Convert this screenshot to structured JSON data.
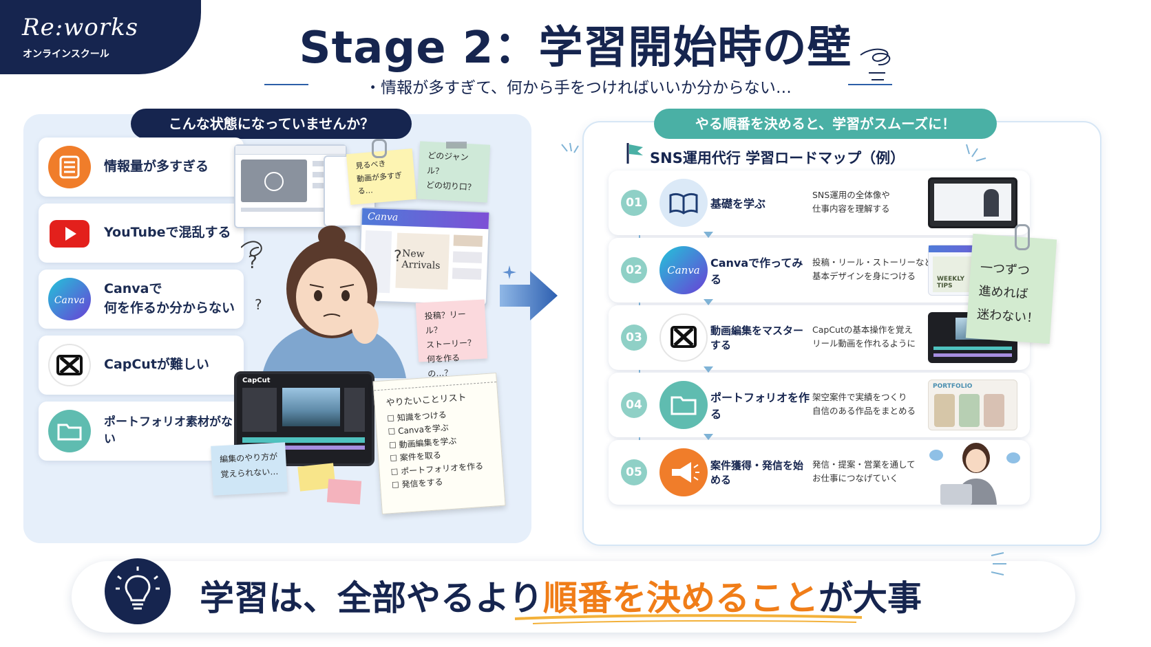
{
  "logo": {
    "name": "Re:works",
    "sub": "オンラインスクール"
  },
  "title": "Stage 2：学習開始時の壁",
  "subtitle": "・情報が多すぎて、何から手をつければいいか分からない…",
  "left": {
    "heading": "こんな状態になっていませんか？",
    "problems": [
      {
        "label": "情報量が多すぎる",
        "icon": "document-stack-icon",
        "color": "#f07d2a"
      },
      {
        "label": "YouTubeで混乱する",
        "icon": "youtube-icon",
        "color": "#e3201c"
      },
      {
        "label": "Canvaで\n何を作るか分からない",
        "icon": "canva-icon",
        "color": "#1fa8c9"
      },
      {
        "label": "CapCutが難しい",
        "icon": "capcut-icon",
        "color": "#111111"
      },
      {
        "label": "ポートフォリオ素材がない",
        "icon": "folder-icon",
        "color": "#5fbcb0"
      }
    ],
    "notes": {
      "n1": "見るべき\n動画が多すぎる…",
      "n2": "どのジャンル？\nどの切り口？",
      "n3": "投稿？リール？\nストーリー？\n何を作るの…？",
      "n4": "編集のやり方が\n覚えられない…"
    },
    "canva_window": {
      "brand": "Canva",
      "headline1": "New",
      "headline2": "Arrivals"
    },
    "capcut_window": {
      "brand": "CapCut"
    },
    "todo": {
      "title": "やりたいことリスト",
      "items": [
        "知識をつける",
        "Canvaを学ぶ",
        "動画編集を学ぶ",
        "案件を取る",
        "ポートフォリオを作る",
        "発信をする"
      ]
    }
  },
  "right": {
    "heading": "やる順番を決めると、学習がスムーズに！",
    "roadmap_title": "SNS運用代行 学習ロードマップ（例）",
    "steps": [
      {
        "num": "01",
        "title": "基礎を学ぶ",
        "desc": "SNS運用の全体像や\n仕事内容を理解する",
        "icon": "book-icon"
      },
      {
        "num": "02",
        "title": "Canvaで作ってみる",
        "desc": "投稿・リール・ストーリーなど\n基本デザインを身につける",
        "icon": "canva-icon",
        "thumb_text": "WEEKLY\nTIPS"
      },
      {
        "num": "03",
        "title": "動画編集をマスターする",
        "desc": "CapCutの基本操作を覚え\nリール動画を作れるように",
        "icon": "capcut-icon"
      },
      {
        "num": "04",
        "title": "ポートフォリオを作る",
        "desc": "架空案件で実績をつくり\n自信のある作品をまとめる",
        "icon": "folder-icon",
        "thumb_text": "PORTFOLIO"
      },
      {
        "num": "05",
        "title": "案件獲得・発信を始める",
        "desc": "発信・提案・営業を通して\nお仕事につなげていく",
        "icon": "megaphone-icon"
      }
    ],
    "sticky": "一つずつ\n進めれば\n迷わない！"
  },
  "banner": {
    "pre": "学習は、全部やるより",
    "highlight": "順番を決めること",
    "post": "が大事"
  },
  "colors": {
    "navy": "#16254f",
    "teal": "#4ab0a5",
    "orange": "#f07d18"
  }
}
